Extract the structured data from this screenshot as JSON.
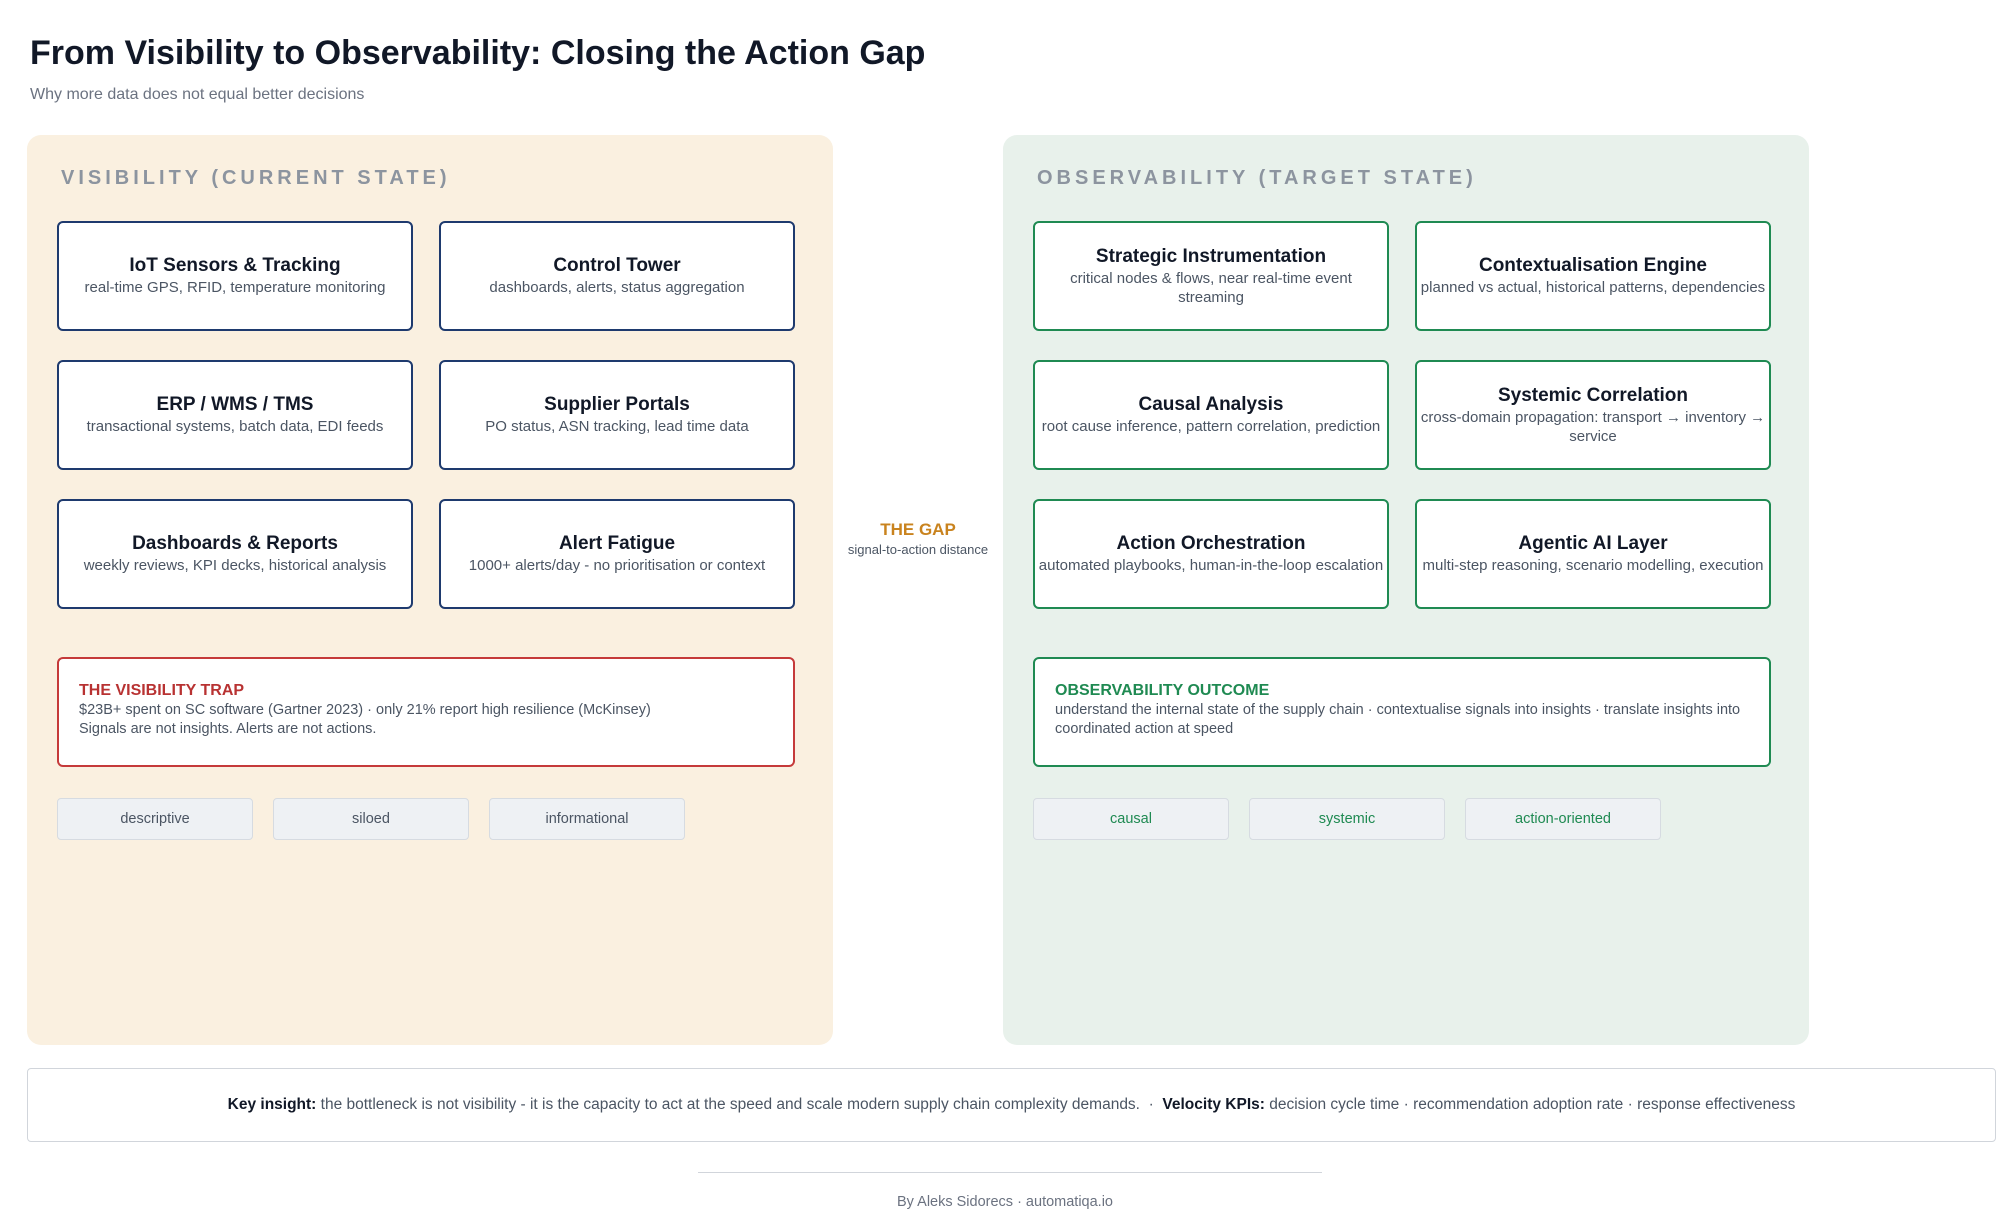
{
  "header": {
    "title": "From Visibility to Observability: Closing the Action Gap",
    "subtitle": "Why more data does not equal better decisions"
  },
  "visibility": {
    "label": "VISIBILITY (CURRENT STATE)",
    "cards": [
      {
        "title": "IoT Sensors & Tracking",
        "desc": "real-time GPS, RFID, temperature monitoring"
      },
      {
        "title": "Control Tower",
        "desc": "dashboards, alerts, status aggregation"
      },
      {
        "title": "ERP / WMS / TMS",
        "desc": "transactional systems, batch data, EDI feeds"
      },
      {
        "title": "Supplier Portals",
        "desc": "PO status, ASN tracking, lead time data"
      },
      {
        "title": "Dashboards & Reports",
        "desc": "weekly reviews, KPI decks, historical analysis"
      },
      {
        "title": "Alert Fatigue",
        "desc": "1000+ alerts/day - no prioritisation or context"
      }
    ],
    "callout": {
      "title": "THE VISIBILITY TRAP",
      "line1": "$23B+ spent on SC software (Gartner 2023) · only 21% report high resilience (McKinsey)",
      "line2": "Signals are not insights. Alerts are not actions."
    },
    "tags": [
      "descriptive",
      "siloed",
      "informational"
    ]
  },
  "gap": {
    "title": "THE GAP",
    "subtitle": "signal-to-action distance"
  },
  "observability": {
    "label": "OBSERVABILITY (TARGET STATE)",
    "cards": [
      {
        "title": "Strategic Instrumentation",
        "desc": "critical nodes & flows, near real-time event streaming"
      },
      {
        "title": "Contextualisation Engine",
        "desc": "planned vs actual, historical patterns, dependencies"
      },
      {
        "title": "Causal Analysis",
        "desc": "root cause inference, pattern correlation, prediction"
      },
      {
        "title": "Systemic Correlation",
        "desc": "cross-domain propagation: transport → inventory → service"
      },
      {
        "title": "Action Orchestration",
        "desc": "automated playbooks, human-in-the-loop escalation"
      },
      {
        "title": "Agentic AI Layer",
        "desc": "multi-step reasoning, scenario modelling, execution"
      }
    ],
    "callout": {
      "title": "OBSERVABILITY OUTCOME",
      "text": "understand the internal state of the supply chain · contextualise signals into insights · translate insights into coordinated action at speed"
    },
    "tags": [
      "causal",
      "systemic",
      "action-oriented"
    ]
  },
  "insight": {
    "key_label": "Key insight:",
    "key_text": " the bottleneck is not visibility - it is the capacity to act at the speed and scale modern supply chain complexity demands.",
    "separator": "  ·  ",
    "kpi_label": "Velocity KPIs:",
    "kpi_text": " decision cycle time · recommendation adoption rate · response effectiveness"
  },
  "footer": {
    "text": "By Aleks Sidorecs · automatiqa.io"
  }
}
